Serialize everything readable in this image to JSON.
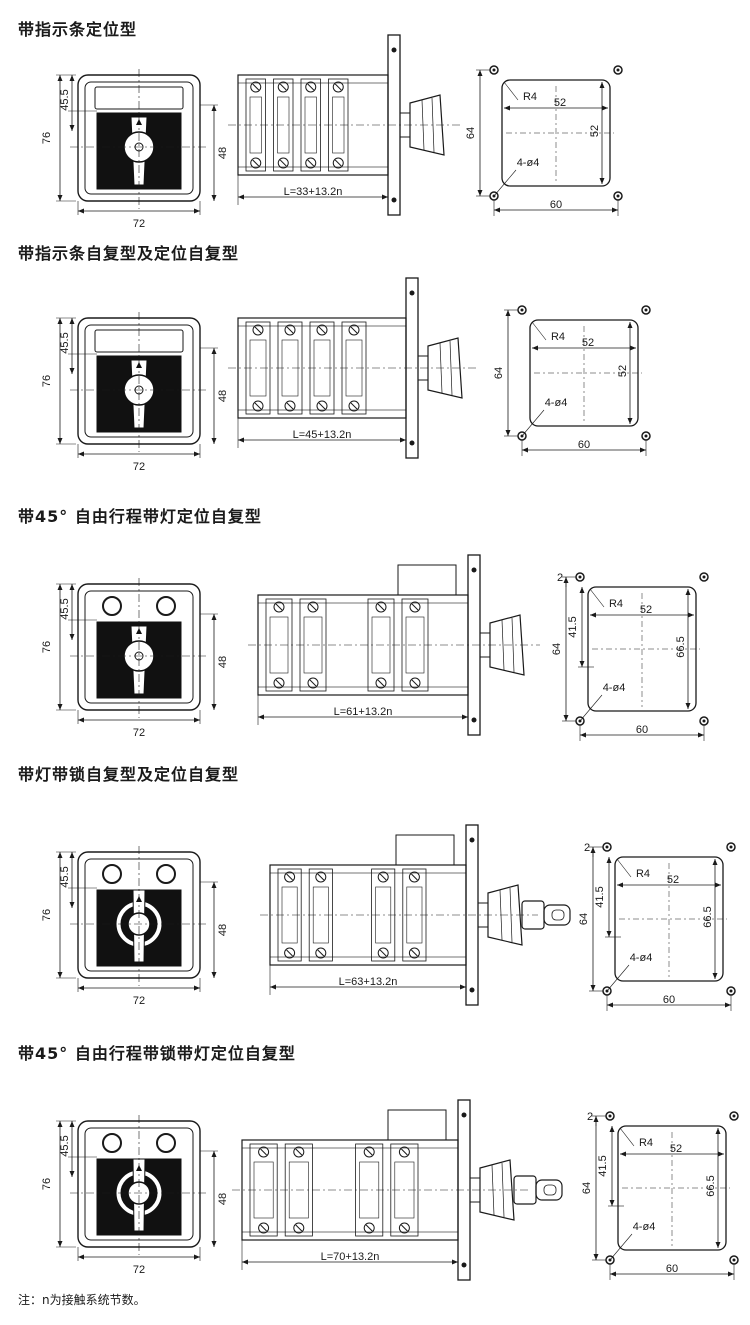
{
  "sections": [
    {
      "title": "带指示条定位型",
      "front": {
        "width": "72",
        "height": "76",
        "inner_height": "45.5",
        "depth_ref": "48",
        "window": "bar",
        "lock": false
      },
      "side": {
        "length": "L=33+13.2n",
        "lock": false,
        "lamp_box": false
      },
      "panel": {
        "r": "R4",
        "w": "52",
        "h": "52",
        "outer_w": "60",
        "outer_h": "64",
        "holes": "4-ø4",
        "top": "",
        "mid": ""
      }
    },
    {
      "title": "带指示条自复型及定位自复型",
      "front": {
        "width": "72",
        "height": "76",
        "inner_height": "45.5",
        "depth_ref": "48",
        "window": "bar",
        "lock": false
      },
      "side": {
        "length": "L=45+13.2n",
        "lock": false,
        "lamp_box": false
      },
      "panel": {
        "r": "R4",
        "w": "52",
        "h": "52",
        "outer_w": "60",
        "outer_h": "64",
        "holes": "4-ø4",
        "top": "",
        "mid": ""
      }
    },
    {
      "title": "带45°  自由行程带灯定位自复型",
      "front": {
        "width": "72",
        "height": "76",
        "inner_height": "45.5",
        "depth_ref": "48",
        "window": "lamps",
        "lock": false
      },
      "side": {
        "length": "L=61+13.2n",
        "lock": false,
        "lamp_box": true
      },
      "panel": {
        "r": "R4",
        "w": "52",
        "h": "66.5",
        "outer_w": "60",
        "outer_h": "64",
        "holes": "4-ø4",
        "top": "2",
        "mid": "41.5"
      }
    },
    {
      "title": "带灯带锁自复型及定位自复型",
      "front": {
        "width": "72",
        "height": "76",
        "inner_height": "45.5",
        "depth_ref": "48",
        "window": "lamps",
        "lock": true
      },
      "side": {
        "length": "L=63+13.2n",
        "lock": true,
        "lamp_box": true
      },
      "panel": {
        "r": "R4",
        "w": "52",
        "h": "66.5",
        "outer_w": "60",
        "outer_h": "64",
        "holes": "4-ø4",
        "top": "2",
        "mid": "41.5"
      }
    },
    {
      "title": "带45°  自由行程带锁带灯定位自复型",
      "front": {
        "width": "72",
        "height": "76",
        "inner_height": "45.5",
        "depth_ref": "48",
        "window": "lamps",
        "lock": true
      },
      "side": {
        "length": "L=70+13.2n",
        "lock": true,
        "lamp_box": true
      },
      "panel": {
        "r": "R4",
        "w": "52",
        "h": "66.5",
        "outer_w": "60",
        "outer_h": "64",
        "holes": "4-ø4",
        "top": "2",
        "mid": "41.5"
      }
    }
  ],
  "note": "注：n为接触系统节数。"
}
